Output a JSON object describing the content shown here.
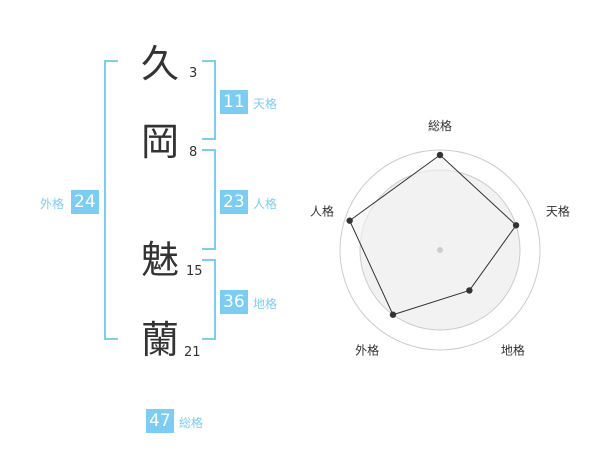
{
  "name": {
    "chars": [
      {
        "char": "久",
        "strokes": "3"
      },
      {
        "char": "岡",
        "strokes": "8"
      },
      {
        "char": "魅",
        "strokes": "15"
      },
      {
        "char": "蘭",
        "strokes": "21"
      }
    ]
  },
  "scores": {
    "tenkaku": {
      "value": "11",
      "label": "天格"
    },
    "jinkaku": {
      "value": "23",
      "label": "人格"
    },
    "chikaku": {
      "value": "36",
      "label": "地格"
    },
    "gaikaku": {
      "value": "24",
      "label": "外格"
    },
    "soukaku": {
      "value": "47",
      "label": "総格"
    }
  },
  "chart_data": {
    "type": "radar",
    "axes": [
      "総格",
      "天格",
      "地格",
      "外格",
      "人格"
    ],
    "values": [
      0.95,
      0.8,
      0.5,
      0.8,
      0.95
    ],
    "range": [
      0,
      1
    ],
    "rings": 5,
    "colors": {
      "fill": "#f2f2f2",
      "stroke": "#333333",
      "grid": "#cccccc",
      "accent": "#7ccdf4"
    }
  }
}
